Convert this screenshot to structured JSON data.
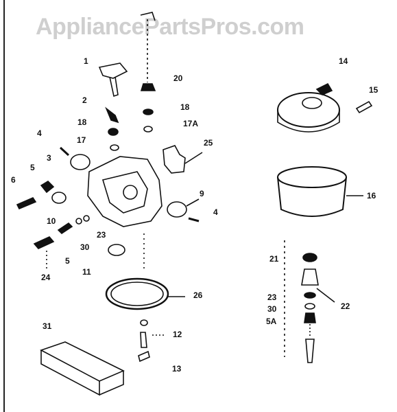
{
  "watermark": "AppliancePartsPros.com",
  "labels": {
    "l1": "1",
    "l2": "2",
    "l3": "3",
    "l4a": "4",
    "l4b": "4",
    "l5a": "5",
    "l5b": "5",
    "l6": "6",
    "l9": "9",
    "l10": "10",
    "l11": "11",
    "l12": "12",
    "l13": "13",
    "l14": "14",
    "l15": "15",
    "l16": "16",
    "l17": "17",
    "l17a": "17A",
    "l18a": "18",
    "l18b": "18",
    "l20": "20",
    "l21": "21",
    "l22": "22",
    "l23a": "23",
    "l23b": "23",
    "l24": "24",
    "l25": "25",
    "l26": "26",
    "l30a": "30",
    "l30b": "30",
    "l31": "31",
    "l5a2": "5A"
  }
}
